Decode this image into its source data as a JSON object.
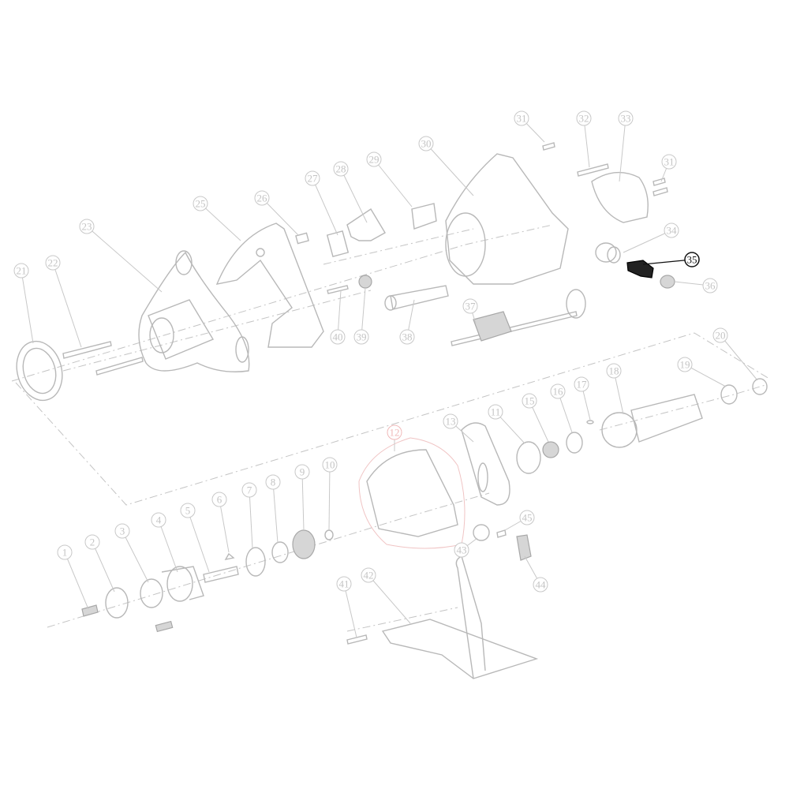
{
  "diagram": {
    "type": "exploded-parts-diagram",
    "highlight_color": "#111111",
    "outline_color": "#b8b8b8",
    "group_outline_color": "#f0b8b8",
    "highlighted_part": "35",
    "callouts": [
      "1",
      "2",
      "3",
      "4",
      "5",
      "6",
      "7",
      "8",
      "9",
      "10",
      "11",
      "12",
      "13",
      "15",
      "16",
      "17",
      "18",
      "19",
      "20",
      "21",
      "22",
      "23",
      "25",
      "26",
      "27",
      "28",
      "29",
      "30",
      "31",
      "32",
      "33",
      "31",
      "34",
      "35",
      "36",
      "37",
      "38",
      "39",
      "40",
      "41",
      "42",
      "43",
      "44",
      "45"
    ]
  }
}
